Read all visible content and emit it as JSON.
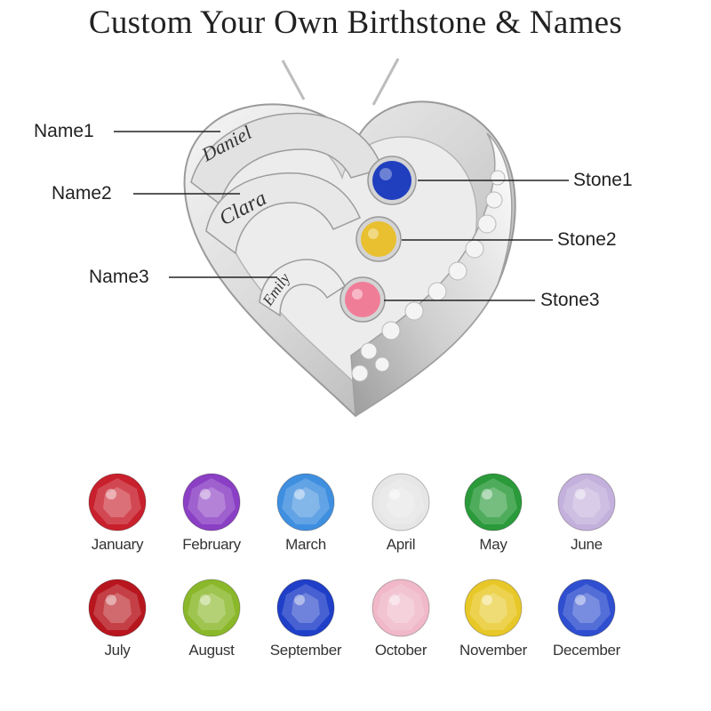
{
  "title": "Custom Your Own Birthstone & Names",
  "callouts": {
    "name1": "Name1",
    "name2": "Name2",
    "name3": "Name3",
    "stone1": "Stone1",
    "stone2": "Stone2",
    "stone3": "Stone3"
  },
  "engravings": {
    "name1": "Daniel",
    "name2": "Clara",
    "name3": "Emily"
  },
  "pendant_stones": {
    "stone1_color": "#1f3fbf",
    "stone2_color": "#e8c030",
    "stone3_color": "#f07d98"
  },
  "birthstones": [
    {
      "month": "January",
      "color": "#c8202c"
    },
    {
      "month": "February",
      "color": "#8a3fc4"
    },
    {
      "month": "March",
      "color": "#3f8fe0"
    },
    {
      "month": "April",
      "color": "#e6e6e6"
    },
    {
      "month": "May",
      "color": "#2a9a3a"
    },
    {
      "month": "June",
      "color": "#c4b0dc"
    },
    {
      "month": "July",
      "color": "#b8161e"
    },
    {
      "month": "August",
      "color": "#8ab82a"
    },
    {
      "month": "September",
      "color": "#1f3fc8"
    },
    {
      "month": "October",
      "color": "#f0b8c8"
    },
    {
      "month": "November",
      "color": "#e8c828"
    },
    {
      "month": "December",
      "color": "#2f4fd0"
    }
  ]
}
